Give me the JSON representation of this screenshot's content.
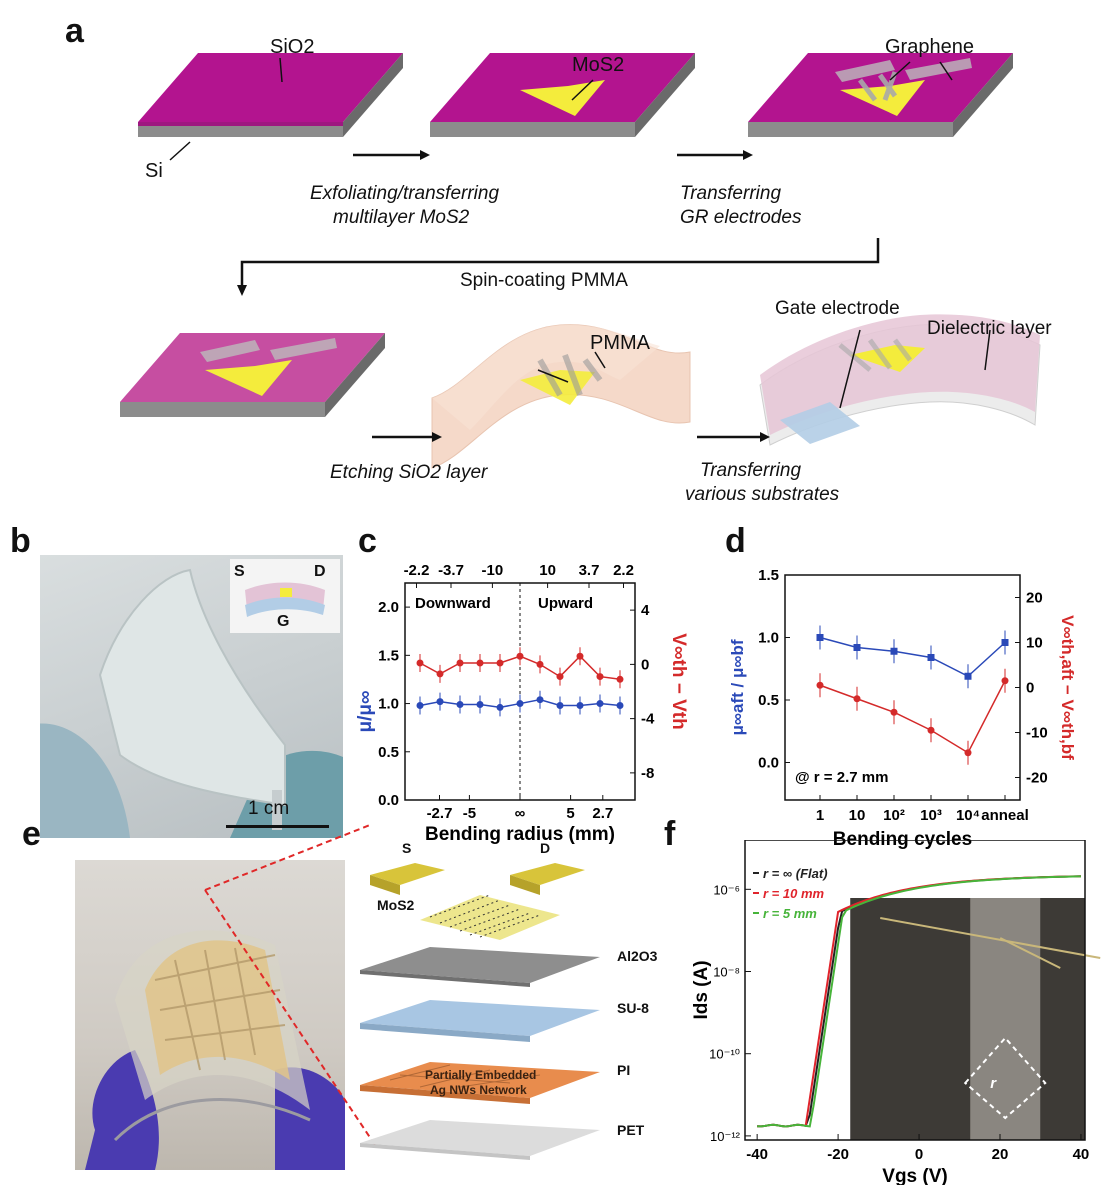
{
  "panels": {
    "a": "a",
    "b": "b",
    "c": "c",
    "d": "d",
    "e": "e",
    "f": "f"
  },
  "panel_a": {
    "labels": {
      "sio2": "SiO2",
      "si": "Si",
      "mos2": "MoS2",
      "graphene": "Graphene",
      "pmma": "PMMA",
      "gate": "Gate electrode",
      "dielectric": "Dielectric layer"
    },
    "steps": {
      "s1a": "Exfoliating/transferring",
      "s1b": "multilayer MoS2",
      "s2a": "Transferring",
      "s2b": "GR electrodes",
      "s3": "Spin-coating PMMA",
      "s4": "Etching SiO2 layer",
      "s5a": "Transferring",
      "s5b": "various substrates"
    },
    "colors": {
      "sio2": "#b3148f",
      "si": "#6f6f6f",
      "mos2": "#f4ec3c",
      "graphene": "#a7a7a7",
      "pmma": "#f5d9c9",
      "dielectric": "#e6c6d6",
      "gate": "#b2cde6"
    }
  },
  "panel_b": {
    "S": "S",
    "D": "D",
    "G": "G",
    "scale": "1 cm"
  },
  "panel_c": {
    "chart_data": {
      "type": "scatter",
      "xlabel": "Bending radius (mm)",
      "x_ticks_bottom": [
        "-2.7",
        "-5",
        "∞",
        "5",
        "2.7"
      ],
      "x_ticks_top": [
        "-2.2",
        "-3.7",
        "-10",
        "10",
        "3.7",
        "2.2"
      ],
      "left_ylabel": "μ/μ∞",
      "right_ylabel": "V∞th − Vth",
      "left_ticks": [
        "0.0",
        "0.5",
        "1.0",
        "1.5",
        "2.0"
      ],
      "right_ticks": [
        "4",
        "0",
        "-4",
        "-8"
      ],
      "ylim_left": [
        0,
        2.25
      ],
      "region_left": "Downward",
      "region_right": "Upward",
      "series": [
        {
          "color": "#d42a2a",
          "axis": "right",
          "values": [
            0.1,
            -0.7,
            0.1,
            0.1,
            0.1,
            0.6,
            0.0,
            -0.9,
            0.6,
            -0.9,
            -1.1
          ]
        },
        {
          "color": "#2a49b8",
          "axis": "left",
          "values": [
            0.98,
            1.02,
            0.99,
            0.99,
            0.96,
            1.0,
            1.04,
            0.98,
            0.98,
            1.0,
            0.98
          ]
        }
      ]
    }
  },
  "panel_d": {
    "chart_data": {
      "type": "line",
      "xlabel": "Bending cycles",
      "categories": [
        "1",
        "10",
        "10²",
        "10³",
        "10⁴",
        "anneal"
      ],
      "left_ylabel": "μ∞aft / μ∞bf",
      "right_ylabel": "V∞th,aft − V∞th,bf",
      "left_ticks": [
        "0.0",
        "0.5",
        "1.0",
        "1.5"
      ],
      "right_ticks": [
        "20",
        "10",
        "0",
        "-10",
        "-20"
      ],
      "ylim_left": [
        -0.3,
        1.5
      ],
      "ylim_right": [
        -25,
        25
      ],
      "annotation": "@ r = 2.7 mm",
      "series": [
        {
          "color": "#2a49b8",
          "axis": "left",
          "values": [
            1.0,
            0.92,
            0.89,
            0.84,
            0.69,
            0.96
          ]
        },
        {
          "color": "#d42a2a",
          "axis": "right",
          "values": [
            0.5,
            -2.5,
            -5.5,
            -9.5,
            -14.5,
            1.5
          ]
        }
      ]
    }
  },
  "panel_e": {
    "S": "S",
    "D": "D",
    "mos2": "MoS2",
    "layers": [
      "Al2O3",
      "SU-8",
      "PI",
      "PET"
    ],
    "network1": "Partially Embedded",
    "network2": "Ag NWs Network"
  },
  "panel_f": {
    "chart_data": {
      "type": "line",
      "xlabel": "Vgs (V)",
      "ylabel": "Ids (A)",
      "x_ticks": [
        "-40",
        "-20",
        "0",
        "20",
        "40"
      ],
      "y_ticks": [
        "10⁻¹²",
        "10⁻¹⁰",
        "10⁻⁸",
        "10⁻⁶"
      ],
      "xlim": [
        -43,
        41
      ],
      "ylim_log": [
        -12.1,
        -4.8
      ],
      "legend": [
        {
          "name": "r = ∞ (Flat)",
          "color": "#222222"
        },
        {
          "name": "r = 10 mm",
          "color": "#e0242c"
        },
        {
          "name": "r = 5 mm",
          "color": "#47b43a"
        }
      ],
      "inset_label": "r"
    }
  }
}
